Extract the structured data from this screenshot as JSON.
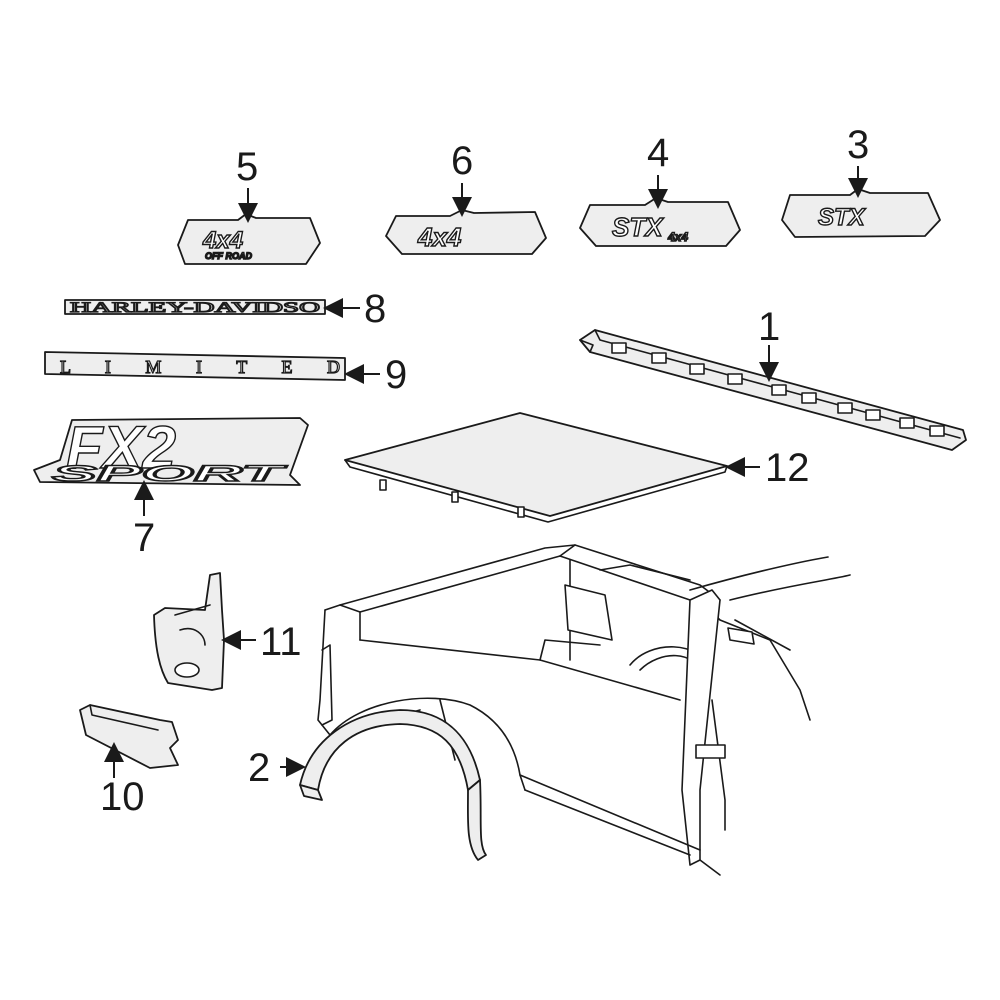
{
  "callouts": {
    "c1": "1",
    "c2": "2",
    "c3": "3",
    "c4": "4",
    "c5": "5",
    "c6": "6",
    "c7": "7",
    "c8": "8",
    "c9": "9",
    "c10": "10",
    "c11": "11",
    "c12": "12"
  },
  "emblems": {
    "e3_main": "STX",
    "e4_main": "STX",
    "e4_sub": "4x4",
    "e5_main": "4x4",
    "e5_sub": "OFF ROAD",
    "e6_main": "4x4",
    "e7_line1": "FX2",
    "e7_line2": "SPORT",
    "e8": "HARLEY-DAVIDSO",
    "e9": "L I M I T E D"
  },
  "colors": {
    "line": "#1a1a1a",
    "part_fill": "#eeeeee",
    "background": "#ffffff"
  }
}
